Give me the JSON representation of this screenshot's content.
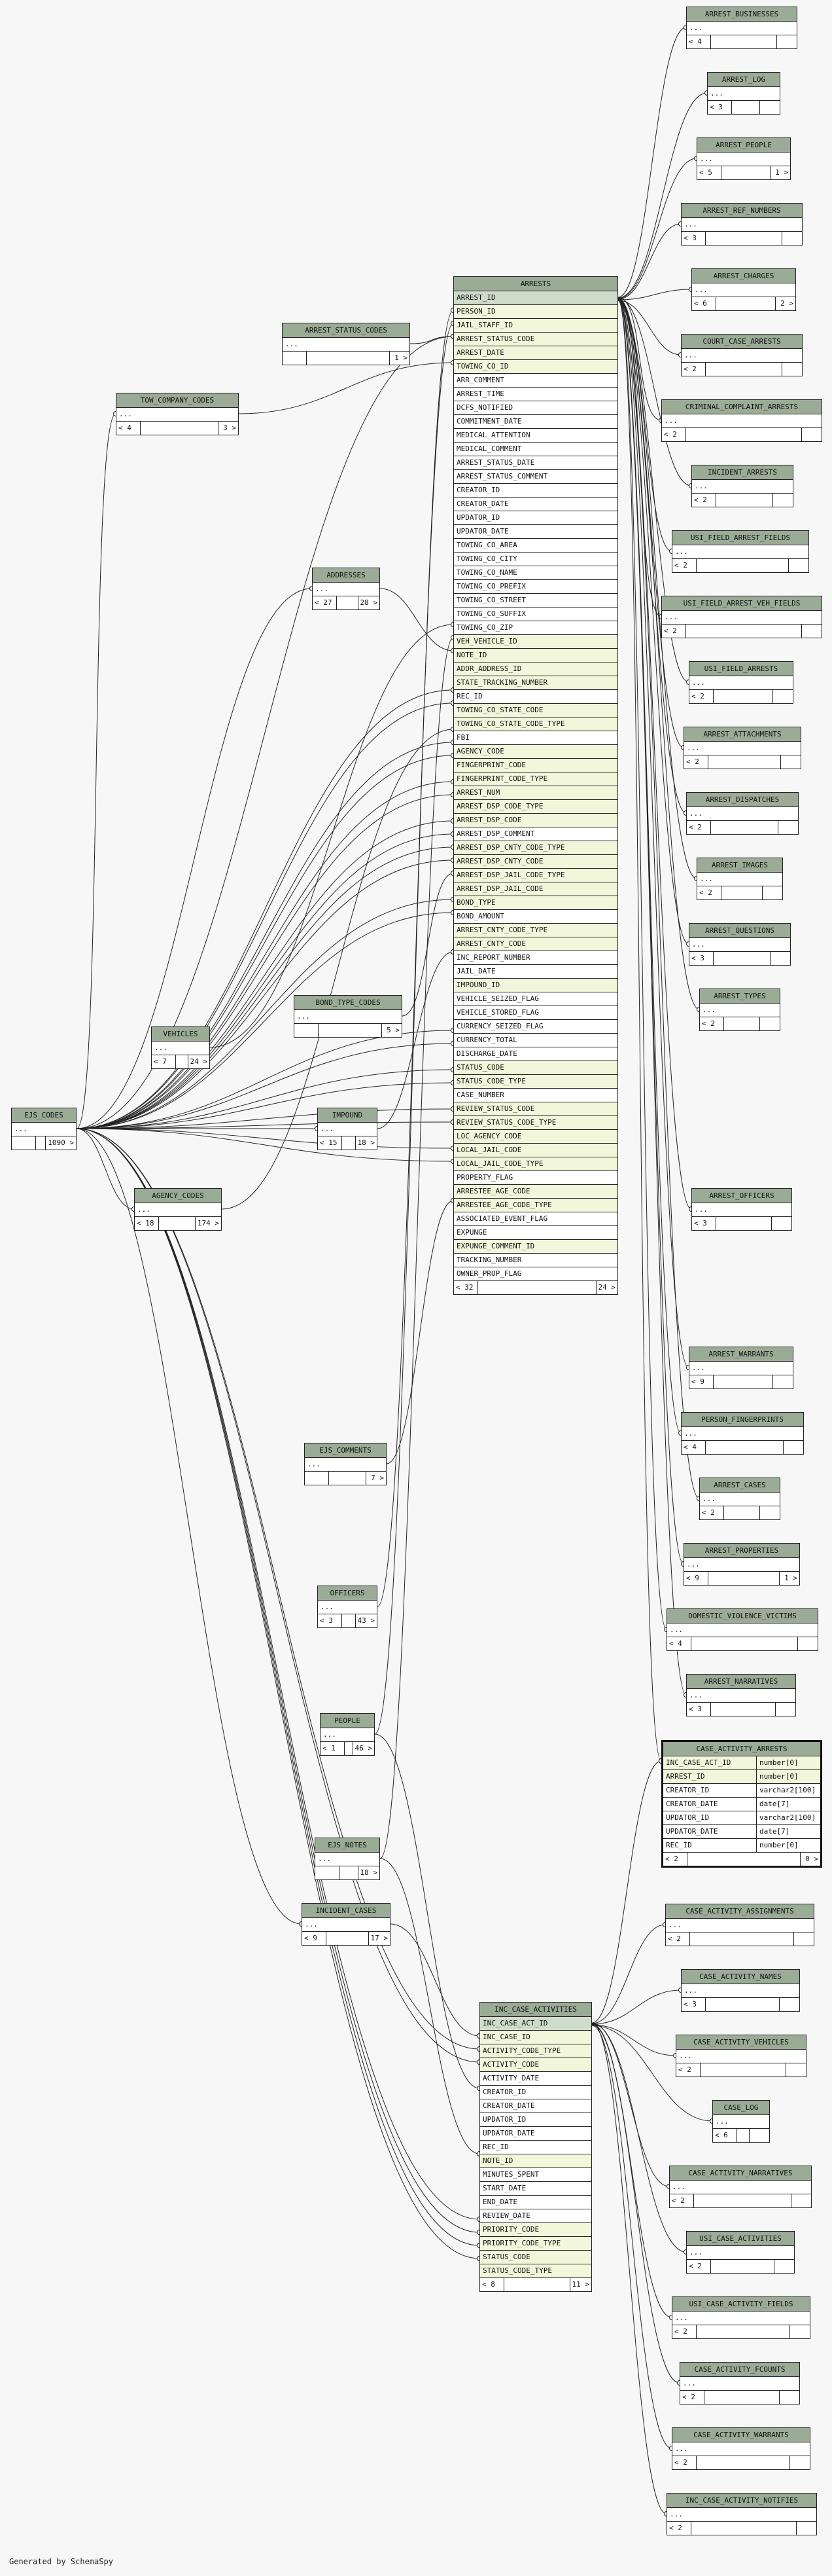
{
  "footer": "Generated by SchemaSpy",
  "ellipsis": "...",
  "arrests": {
    "title": "ARRESTS",
    "columns": [
      "ARREST_ID",
      "PERSON_ID",
      "JAIL_STAFF_ID",
      "ARREST_STATUS_CODE",
      "ARREST_DATE",
      "TOWING_CO_ID",
      "ARR_COMMENT",
      "ARREST_TIME",
      "DCFS_NOTIFIED",
      "COMMITMENT_DATE",
      "MEDICAL_ATTENTION",
      "MEDICAL_COMMENT",
      "ARREST_STATUS_DATE",
      "ARREST_STATUS_COMMENT",
      "CREATOR_ID",
      "CREATOR_DATE",
      "UPDATOR_ID",
      "UPDATOR_DATE",
      "TOWING_CO_AREA",
      "TOWING_CO_CITY",
      "TOWING_CO_NAME",
      "TOWING_CO_PREFIX",
      "TOWING_CO_STREET",
      "TOWING_CO_SUFFIX",
      "TOWING_CO_ZIP",
      "VEH_VEHICLE_ID",
      "NOTE_ID",
      "ADDR_ADDRESS_ID",
      "STATE_TRACKING_NUMBER",
      "REC_ID",
      "TOWING_CO_STATE_CODE",
      "TOWING_CO_STATE_CODE_TYPE",
      "FBI",
      "AGENCY_CODE",
      "FINGERPRINT_CODE",
      "FINGERPRINT_CODE_TYPE",
      "ARREST_NUM",
      "ARREST_DSP_CODE_TYPE",
      "ARREST_DSP_CODE",
      "ARREST_DSP_COMMENT",
      "ARREST_DSP_CNTY_CODE_TYPE",
      "ARREST_DSP_CNTY_CODE",
      "ARREST_DSP_JAIL_CODE_TYPE",
      "ARREST_DSP_JAIL_CODE",
      "BOND_TYPE",
      "BOND_AMOUNT",
      "ARREST_CNTY_CODE_TYPE",
      "ARREST_CNTY_CODE",
      "INC_REPORT_NUMBER",
      "JAIL_DATE",
      "IMPOUND_ID",
      "VEHICLE_SEIZED_FLAG",
      "VEHICLE_STORED_FLAG",
      "CURRENCY_SEIZED_FLAG",
      "CURRENCY_TOTAL",
      "DISCHARGE_DATE",
      "STATUS_CODE",
      "STATUS_CODE_TYPE",
      "CASE_NUMBER",
      "REVIEW_STATUS_CODE",
      "REVIEW_STATUS_CODE_TYPE",
      "LOC_AGENCY_CODE",
      "LOCAL_JAIL_CODE",
      "LOCAL_JAIL_CODE_TYPE",
      "PROPERTY_FLAG",
      "ARRESTEE_AGE_CODE",
      "ARRESTEE_AGE_CODE_TYPE",
      "ASSOCIATED_EVENT_FLAG",
      "EXPUNGE",
      "EXPUNGE_COMMENT_ID",
      "TRACKING_NUMBER",
      "OWNER_PROP_FLAG"
    ],
    "keys": [
      0,
      1,
      2,
      3,
      4,
      5,
      25,
      26,
      27,
      28,
      30,
      31,
      33,
      34,
      35,
      36,
      37,
      38,
      40,
      41,
      42,
      43,
      44,
      46,
      47,
      50,
      56,
      57,
      59,
      60,
      61,
      62,
      63,
      65,
      66,
      69
    ],
    "footer": [
      "< 32",
      "",
      "24 >"
    ]
  },
  "inc_case_activities": {
    "title": "INC_CASE_ACTIVITIES",
    "columns": [
      "INC_CASE_ACT_ID",
      "INC_CASE_ID",
      "ACTIVITY_CODE_TYPE",
      "ACTIVITY_CODE",
      "ACTIVITY_DATE",
      "CREATOR_ID",
      "CREATOR_DATE",
      "UPDATOR_ID",
      "UPDATOR_DATE",
      "REC_ID",
      "NOTE_ID",
      "MINUTES_SPENT",
      "START_DATE",
      "END_DATE",
      "REVIEW_DATE",
      "PRIORITY_CODE",
      "PRIORITY_CODE_TYPE",
      "STATUS_CODE",
      "STATUS_CODE_TYPE"
    ],
    "keys": [
      0,
      1,
      2,
      3,
      10,
      15,
      16,
      17,
      18
    ],
    "footer": [
      "< 8",
      "",
      "11 >"
    ]
  },
  "case_activity_arrests": {
    "title": "CASE_ACTIVITY_ARRESTS",
    "rows": [
      [
        "INC_CASE_ACT_ID",
        "number[0]"
      ],
      [
        "ARREST_ID",
        "number[0]"
      ],
      [
        "CREATOR_ID",
        "varchar2[100]"
      ],
      [
        "CREATOR_DATE",
        "date[7]"
      ],
      [
        "UPDATOR_ID",
        "varchar2[100]"
      ],
      [
        "UPDATOR_DATE",
        "date[7]"
      ],
      [
        "REC_ID",
        "number[0]"
      ]
    ],
    "footer": [
      "< 2",
      "",
      "0 >"
    ]
  },
  "small_tables": {
    "arrest_businesses": {
      "title": "ARREST_BUSINESSES",
      "footer": [
        "< 4",
        "",
        ""
      ]
    },
    "arrest_log": {
      "title": "ARREST_LOG",
      "footer": [
        "< 3",
        "",
        ""
      ]
    },
    "arrest_people": {
      "title": "ARREST_PEOPLE",
      "footer": [
        "< 5",
        "",
        "1 >"
      ]
    },
    "arrest_ref_numbers": {
      "title": "ARREST_REF_NUMBERS",
      "footer": [
        "< 3",
        "",
        ""
      ]
    },
    "arrest_charges": {
      "title": "ARREST_CHARGES",
      "footer": [
        "< 6",
        "",
        "2 >"
      ]
    },
    "court_case_arrests": {
      "title": "COURT_CASE_ARRESTS",
      "footer": [
        "< 2",
        "",
        ""
      ]
    },
    "criminal_complaint_arrests": {
      "title": "CRIMINAL_COMPLAINT_ARRESTS",
      "footer": [
        "< 2",
        "",
        ""
      ]
    },
    "incident_arrests": {
      "title": "INCIDENT_ARRESTS",
      "footer": [
        "< 2",
        "",
        ""
      ]
    },
    "usi_field_arrest_fields": {
      "title": "USI_FIELD_ARREST_FIELDS",
      "footer": [
        "< 2",
        "",
        ""
      ]
    },
    "usi_field_arrest_veh_fields": {
      "title": "USI_FIELD_ARREST_VEH_FIELDS",
      "footer": [
        "< 2",
        "",
        ""
      ]
    },
    "usi_field_arrests": {
      "title": "USI_FIELD_ARRESTS",
      "footer": [
        "< 2",
        "",
        ""
      ]
    },
    "arrest_attachments": {
      "title": "ARREST_ATTACHMENTS",
      "footer": [
        "< 2",
        "",
        ""
      ]
    },
    "arrest_dispatches": {
      "title": "ARREST_DISPATCHES",
      "footer": [
        "< 2",
        "",
        ""
      ]
    },
    "arrest_images": {
      "title": "ARREST_IMAGES",
      "footer": [
        "< 2",
        "",
        ""
      ]
    },
    "arrest_questions": {
      "title": "ARREST_QUESTIONS",
      "footer": [
        "< 3",
        "",
        ""
      ]
    },
    "arrest_types": {
      "title": "ARREST_TYPES",
      "footer": [
        "< 2",
        "",
        ""
      ]
    },
    "arrest_officers": {
      "title": "ARREST_OFFICERS",
      "footer": [
        "< 3",
        "",
        ""
      ]
    },
    "arrest_warrants": {
      "title": "ARREST_WARRANTS",
      "footer": [
        "< 9",
        "",
        ""
      ]
    },
    "person_fingerprints": {
      "title": "PERSON_FINGERPRINTS",
      "footer": [
        "< 4",
        "",
        ""
      ]
    },
    "arrest_cases": {
      "title": "ARREST_CASES",
      "footer": [
        "< 2",
        "",
        ""
      ]
    },
    "arrest_properties": {
      "title": "ARREST_PROPERTIES",
      "footer": [
        "< 9",
        "",
        "1 >"
      ]
    },
    "domestic_violence_victims": {
      "title": "DOMESTIC_VIOLENCE_VICTIMS",
      "footer": [
        "< 4",
        "",
        ""
      ]
    },
    "arrest_narratives": {
      "title": "ARREST_NARRATIVES",
      "footer": [
        "< 3",
        "",
        ""
      ]
    },
    "arrest_status_codes": {
      "title": "ARREST_STATUS_CODES",
      "footer": [
        "",
        "",
        "1 >"
      ]
    },
    "tow_company_codes": {
      "title": "TOW_COMPANY_CODES",
      "footer": [
        "< 4",
        "",
        "3 >"
      ]
    },
    "addresses": {
      "title": "ADDRESSES",
      "footer": [
        "< 27",
        "",
        "28 >"
      ]
    },
    "bond_type_codes": {
      "title": "BOND_TYPE_CODES",
      "footer": [
        "",
        "",
        "5 >"
      ]
    },
    "vehicles": {
      "title": "VEHICLES",
      "footer": [
        "< 7",
        "",
        "24 >"
      ]
    },
    "ejs_codes": {
      "title": "EJS_CODES",
      "footer": [
        "",
        "",
        "1090 >"
      ]
    },
    "impound": {
      "title": "IMPOUND",
      "footer": [
        "< 15",
        "",
        "18 >"
      ]
    },
    "agency_codes": {
      "title": "AGENCY_CODES",
      "footer": [
        "< 18",
        "",
        "174 >"
      ]
    },
    "ejs_comments": {
      "title": "EJS_COMMENTS",
      "footer": [
        "",
        "",
        "7 >"
      ]
    },
    "officers": {
      "title": "OFFICERS",
      "footer": [
        "< 3",
        "",
        "43 >"
      ]
    },
    "people": {
      "title": "PEOPLE",
      "footer": [
        "< 1",
        "",
        "46 >"
      ]
    },
    "ejs_notes": {
      "title": "EJS_NOTES",
      "footer": [
        "",
        "",
        "18 >"
      ]
    },
    "incident_cases": {
      "title": "INCIDENT_CASES",
      "footer": [
        "< 9",
        "",
        "17 >"
      ]
    },
    "case_activity_assignments": {
      "title": "CASE_ACTIVITY_ASSIGNMENTS",
      "footer": [
        "< 2",
        "",
        ""
      ]
    },
    "case_activity_names": {
      "title": "CASE_ACTIVITY_NAMES",
      "footer": [
        "< 3",
        "",
        ""
      ]
    },
    "case_activity_vehicles": {
      "title": "CASE_ACTIVITY_VEHICLES",
      "footer": [
        "< 2",
        "",
        ""
      ]
    },
    "case_log": {
      "title": "CASE_LOG",
      "footer": [
        "< 6",
        "",
        ""
      ]
    },
    "case_activity_narratives": {
      "title": "CASE_ACTIVITY_NARRATIVES",
      "footer": [
        "< 2",
        "",
        ""
      ]
    },
    "usi_case_activities": {
      "title": "USI_CASE_ACTIVITIES",
      "footer": [
        "< 2",
        "",
        ""
      ]
    },
    "usi_case_activity_fields": {
      "title": "USI_CASE_ACTIVITY_FIELDS",
      "footer": [
        "< 2",
        "",
        ""
      ]
    },
    "case_activity_fcounts": {
      "title": "CASE_ACTIVITY_FCOUNTS",
      "footer": [
        "< 2",
        "",
        ""
      ]
    },
    "case_activity_warrants": {
      "title": "CASE_ACTIVITY_WARRANTS",
      "footer": [
        "< 2",
        "",
        ""
      ]
    },
    "inc_case_activity_notifies": {
      "title": "INC_CASE_ACTIVITY_NOTIFIES",
      "footer": [
        "< 2",
        "",
        ""
      ]
    }
  }
}
